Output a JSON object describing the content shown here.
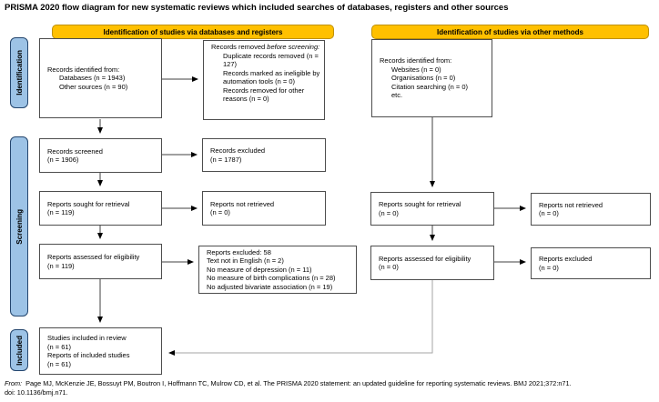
{
  "title": "PRISMA 2020 flow diagram for new systematic reviews which included searches of databases, registers and other sources",
  "banners": {
    "databases": "Identification of studies via databases and registers",
    "other": "Identification of studies via other methods"
  },
  "stages": {
    "identification": "Identification",
    "screening": "Screening",
    "included": "Included"
  },
  "boxes": {
    "records_identified_db": {
      "lines": [
        {
          "text": "Records identified from:",
          "indent": 0
        },
        {
          "text": "Databases (n = 1943)",
          "indent": 1
        },
        {
          "text": "Other sources (n = 90)",
          "indent": 1
        }
      ]
    },
    "records_removed": {
      "head_normal": "Records removed ",
      "head_italic": "before screening:",
      "lines": [
        {
          "text": "Duplicate records removed (n = 127)",
          "indent": 1
        },
        {
          "text": "Records marked as ineligible by automation tools (n = 0)",
          "indent": 1
        },
        {
          "text": "Records removed for other reasons (n = 0)",
          "indent": 1
        }
      ]
    },
    "records_screened": {
      "lines": [
        {
          "text": "Records screened",
          "indent": 0
        },
        {
          "text": "(n = 1906)",
          "indent": 0
        }
      ]
    },
    "records_excluded": {
      "lines": [
        {
          "text": "Records excluded",
          "indent": 0
        },
        {
          "text": "(n = 1787)",
          "indent": 0
        }
      ]
    },
    "reports_sought_db": {
      "lines": [
        {
          "text": "Reports sought for retrieval",
          "indent": 0
        },
        {
          "text": "(n = 119)",
          "indent": 0
        }
      ]
    },
    "reports_not_retrieved_db": {
      "lines": [
        {
          "text": "Reports not retrieved",
          "indent": 0
        },
        {
          "text": "(n = 0)",
          "indent": 0
        }
      ]
    },
    "reports_assessed_db": {
      "lines": [
        {
          "text": "Reports assessed for eligibility",
          "indent": 0
        },
        {
          "text": "(n = 119)",
          "indent": 0
        }
      ]
    },
    "reports_excluded_db": {
      "lines": [
        {
          "text": "Reports excluded: 58",
          "indent": 0
        },
        {
          "text": "Text not in English (n = 2)",
          "indent": 0
        },
        {
          "text": "No measure of depression (n = 11)",
          "indent": 0
        },
        {
          "text": "No measure of birth complications (n = 28)",
          "indent": 0
        },
        {
          "text": "No adjusted bivariate association (n = 19)",
          "indent": 0
        }
      ]
    },
    "studies_included": {
      "lines": [
        {
          "text": "Studies included in review",
          "indent": 0
        },
        {
          "text": "(n = 61)",
          "indent": 0
        },
        {
          "text": "Reports of included studies",
          "indent": 0
        },
        {
          "text": "(n = 61)",
          "indent": 0
        }
      ]
    },
    "records_identified_other": {
      "lines": [
        {
          "text": "Records identified from:",
          "indent": 0
        },
        {
          "text": "Websites (n = 0)",
          "indent": 1
        },
        {
          "text": "Organisations (n = 0)",
          "indent": 1
        },
        {
          "text": "Citation searching (n = 0)",
          "indent": 1
        },
        {
          "text": "etc.",
          "indent": 1
        }
      ]
    },
    "reports_sought_other": {
      "lines": [
        {
          "text": "Reports sought for retrieval",
          "indent": 0
        },
        {
          "text": "(n = 0)",
          "indent": 0
        }
      ]
    },
    "reports_not_retrieved_other": {
      "lines": [
        {
          "text": "Reports not retrieved",
          "indent": 0
        },
        {
          "text": "(n = 0)",
          "indent": 0
        }
      ]
    },
    "reports_assessed_other": {
      "lines": [
        {
          "text": "Reports assessed for eligibility",
          "indent": 0
        },
        {
          "text": "(n = 0)",
          "indent": 0
        }
      ]
    },
    "reports_excluded_other": {
      "lines": [
        {
          "text": "Reports excluded",
          "indent": 0
        },
        {
          "text": "(n = 0)",
          "indent": 0
        }
      ]
    }
  },
  "footer": {
    "from_label": "From:",
    "citation": "Page MJ, McKenzie JE, Bossuyt PM, Boutron I, Hoffmann TC, Mulrow CD, et al. The PRISMA 2020 statement: an updated guideline for reporting systematic reviews. BMJ 2021;372:n71.",
    "doi": "doi: 10.1136/bmj.n71."
  },
  "colors": {
    "banner_fill": "#FFC000",
    "banner_border": "#BF9000",
    "stage_fill": "#9DC3E6",
    "box_border": "#4D4D4D"
  }
}
